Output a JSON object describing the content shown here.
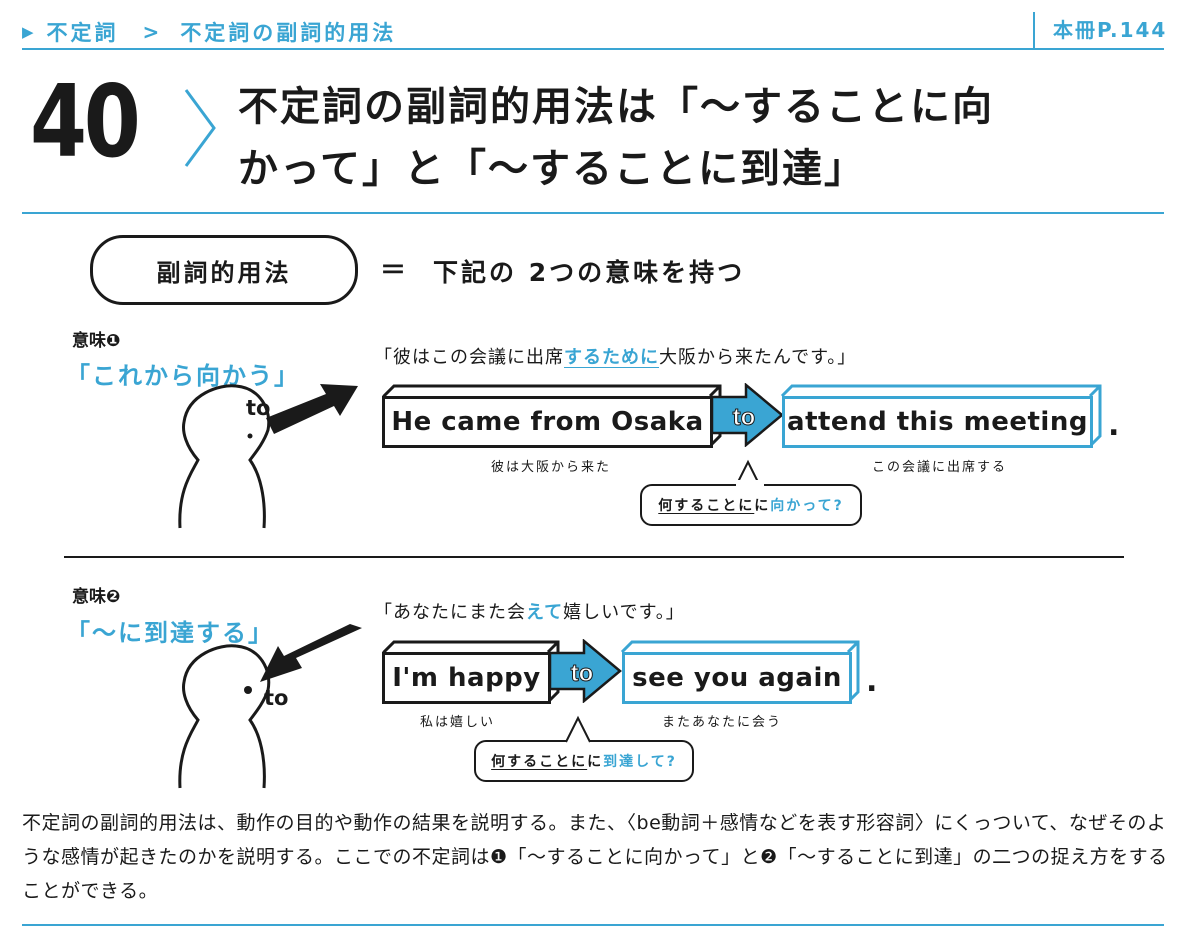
{
  "header": {
    "breadcrumb": [
      "不定詞",
      "不定詞の副詞的用法"
    ],
    "page_ref": "本冊P.144"
  },
  "lesson": {
    "number": "40",
    "title_line1": "不定詞の副詞的用法は「～することに向",
    "title_line2": "かって」と「～することに到達」"
  },
  "definition": {
    "term": "副詞的用法",
    "equals": "＝",
    "meaning": "下記の 2つの意味を持つ"
  },
  "meaning1": {
    "label": "意味❶",
    "quote": "「これから向かう」",
    "to_label": "to",
    "jp_sentence_pre": "「彼はこの会議に出席",
    "jp_sentence_highlight": "するために",
    "jp_sentence_post": "大阪から来たんです。」",
    "box_left": "He came from Osaka",
    "to_word": "to",
    "box_right": "attend this meeting",
    "period": ".",
    "sub_left": "彼は大阪から来た",
    "sub_right": "この会議に出席する",
    "bubble_underlined": "何することに",
    "bubble_blue": "向かって?"
  },
  "meaning2": {
    "label": "意味❷",
    "quote": "「～に到達する」",
    "to_label": "to",
    "jp_sentence_pre": "「あなたにまた会",
    "jp_sentence_highlight": "えて",
    "jp_sentence_post": "嬉しいです。」",
    "box_left": "I'm happy",
    "to_word": "to",
    "box_right": "see you again",
    "period": ".",
    "sub_left": "私は嬉しい",
    "sub_right": "またあなたに会う",
    "bubble_underlined": "何することに",
    "bubble_blue": "到達して?"
  },
  "explanation": "不定詞の副詞的用法は、動作の目的や動作の結果を説明する。また、〈be動詞＋感情などを表す形容詞〉にくっついて、なぜそのような感情が起きたのかを説明する。ここでの不定詞は❶「～することに向かって」と❷「～することに到達」の二つの捉え方をすることができる。",
  "colors": {
    "accent": "#3aa5d3",
    "ink": "#1a1a1a"
  },
  "icons": [
    "person-head-icon",
    "arrow-up-right-icon",
    "arrow-down-left-icon",
    "to-arrow-icon"
  ]
}
